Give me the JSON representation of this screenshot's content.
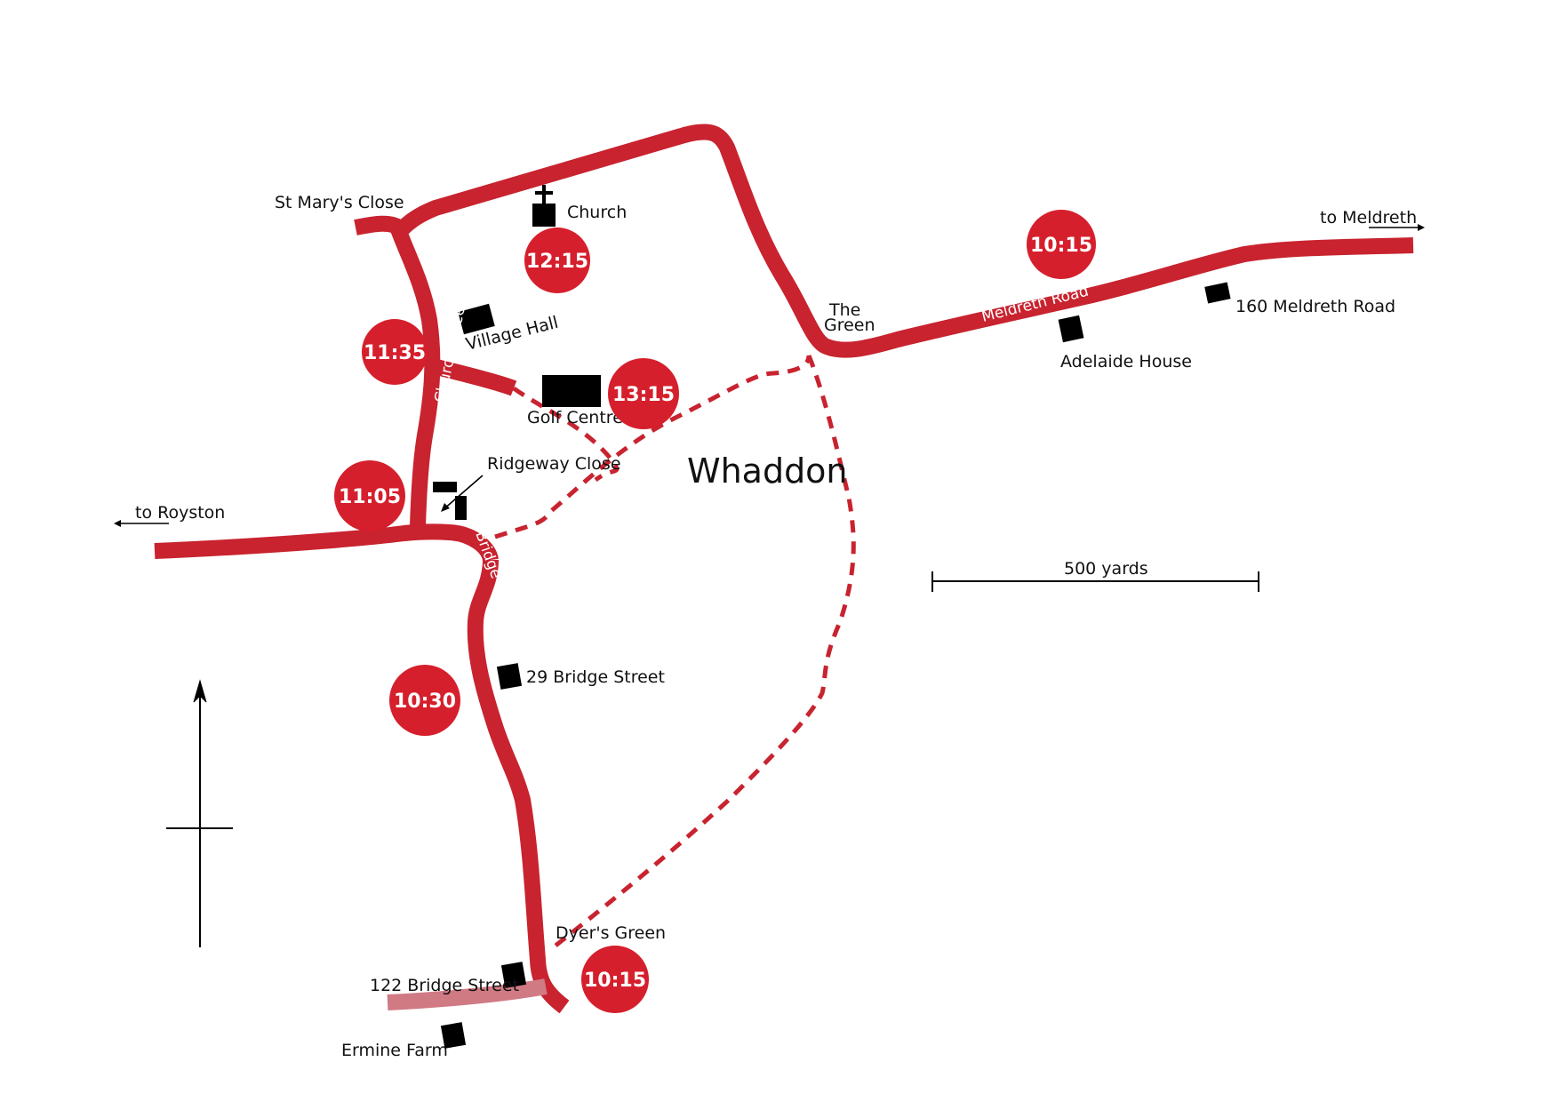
{
  "map_title": "Whaddon",
  "colors": {
    "road": "#c8232f",
    "minor_road": "#d07a84",
    "badge": "#d61f2c",
    "building": "#000000"
  },
  "direction_labels": {
    "royston": "to Royston",
    "meldreth": "to Meldreth"
  },
  "roads": {
    "church_street": "Church Street",
    "bridge_street": "Bridge Street",
    "meldreth_road": "Meldreth Road"
  },
  "places": {
    "st_marys_close": "St Mary's Close",
    "church": "Church",
    "village_hall": "Village Hall",
    "golf_centre": "Golf Centre",
    "ridgeway_close": "Ridgeway Close",
    "the_green_1": "The",
    "the_green_2": "Green",
    "adelaide_house": "Adelaide House",
    "meldreth_160": "160 Meldreth Road",
    "bridge_29": "29 Bridge Street",
    "dyers_green": "Dyer's Green",
    "bridge_122": "122 Bridge Street",
    "ermine_farm": "Ermine Farm"
  },
  "times": {
    "church": "12:15",
    "church_street": "11:35",
    "golf_centre": "13:15",
    "royston_junction": "11:05",
    "meldreth_road": "10:15",
    "bridge_street": "10:30",
    "dyers_green": "10:15"
  },
  "scale_bar": {
    "label": "500 yards"
  },
  "icons": {
    "compass": "north-arrow-icon",
    "church": "cross-icon"
  }
}
